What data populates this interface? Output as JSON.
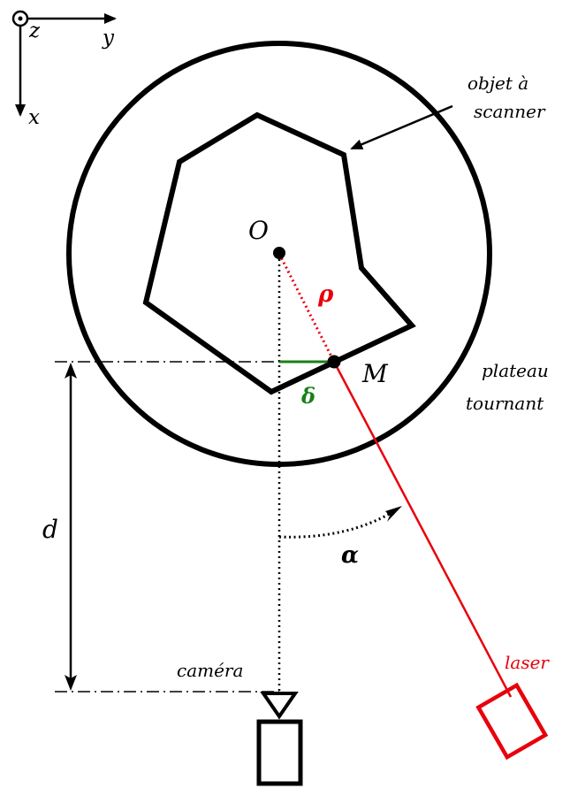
{
  "axes": {
    "z": "z",
    "y": "y",
    "x": "x"
  },
  "labels": {
    "origin": "O",
    "point": "M",
    "rho": "ρ",
    "delta": "δ",
    "alpha": "α",
    "distance": "d",
    "object_line1": "objet à",
    "object_line2": "scanner",
    "plate_line1": "plateau",
    "plate_line2": "tournant",
    "camera": "caméra",
    "laser": "laser"
  },
  "colors": {
    "laser": "#e8000b",
    "delta": "#1a7f1a",
    "ink": "#000000"
  }
}
